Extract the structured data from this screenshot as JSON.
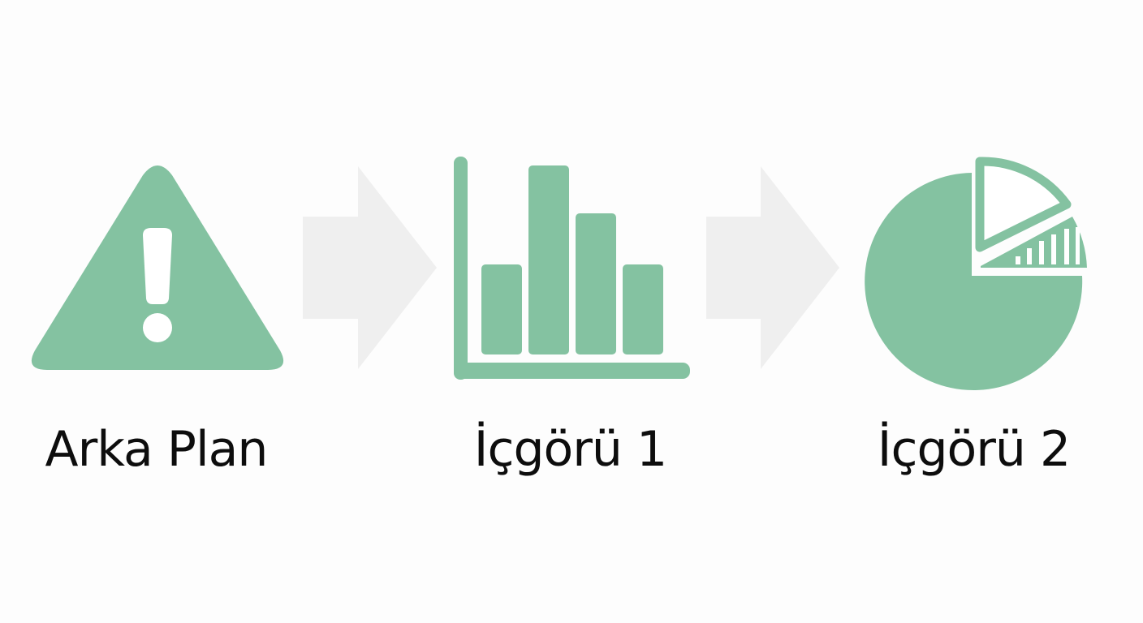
{
  "colors": {
    "accent": "#84c2a1",
    "arrow": "#efefef",
    "background": "#fdfdfd",
    "text": "#0d0d0d"
  },
  "steps": [
    {
      "label": "Arka Plan",
      "icon": "warning-icon"
    },
    {
      "label": "İçgörü 1",
      "icon": "bar-chart-icon"
    },
    {
      "label": "İçgörü 2",
      "icon": "pie-chart-icon"
    }
  ],
  "connectors": [
    {
      "icon": "arrow-right-icon"
    },
    {
      "icon": "arrow-right-icon"
    }
  ]
}
